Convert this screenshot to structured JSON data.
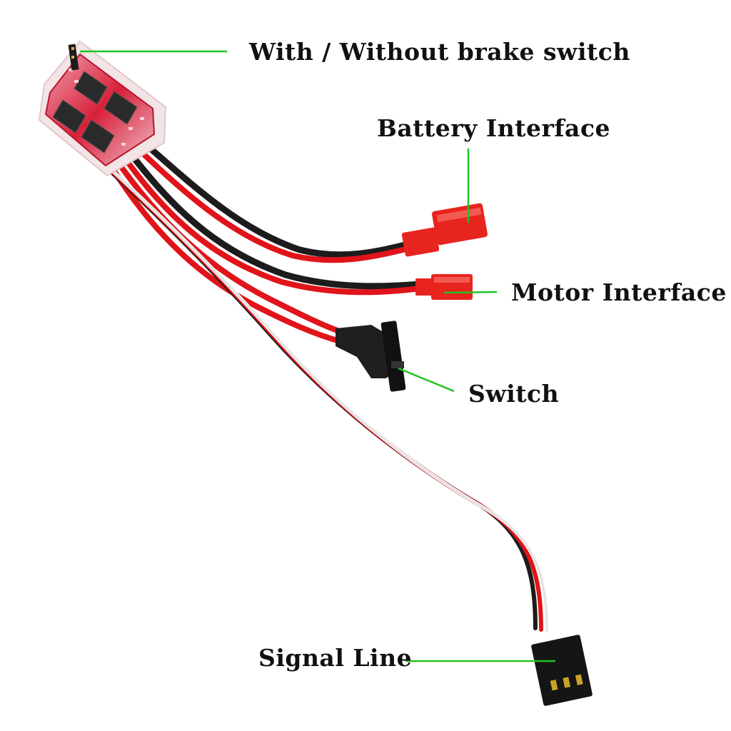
{
  "callouts": {
    "brake_switch": "With / Without brake switch",
    "battery_interface": "Battery Interface",
    "motor_interface": "Motor Interface",
    "switch": "Switch",
    "signal_line": "Signal Line"
  },
  "colors": {
    "leader_line": "#22c322",
    "wire_red": "#e0141a",
    "wire_black": "#1c1c1c",
    "wire_white": "#f2f2f2",
    "connector_red": "#e8241e",
    "pcb_red": "#d8203a",
    "label_text": "#111111",
    "background": "#ffffff"
  },
  "icons": {
    "esc_board": "esc-board-icon",
    "battery_plug": "jst-plug-icon",
    "motor_plug": "jst-plug-icon",
    "power_switch": "power-switch-icon",
    "servo_connector": "servo-connector-icon"
  }
}
